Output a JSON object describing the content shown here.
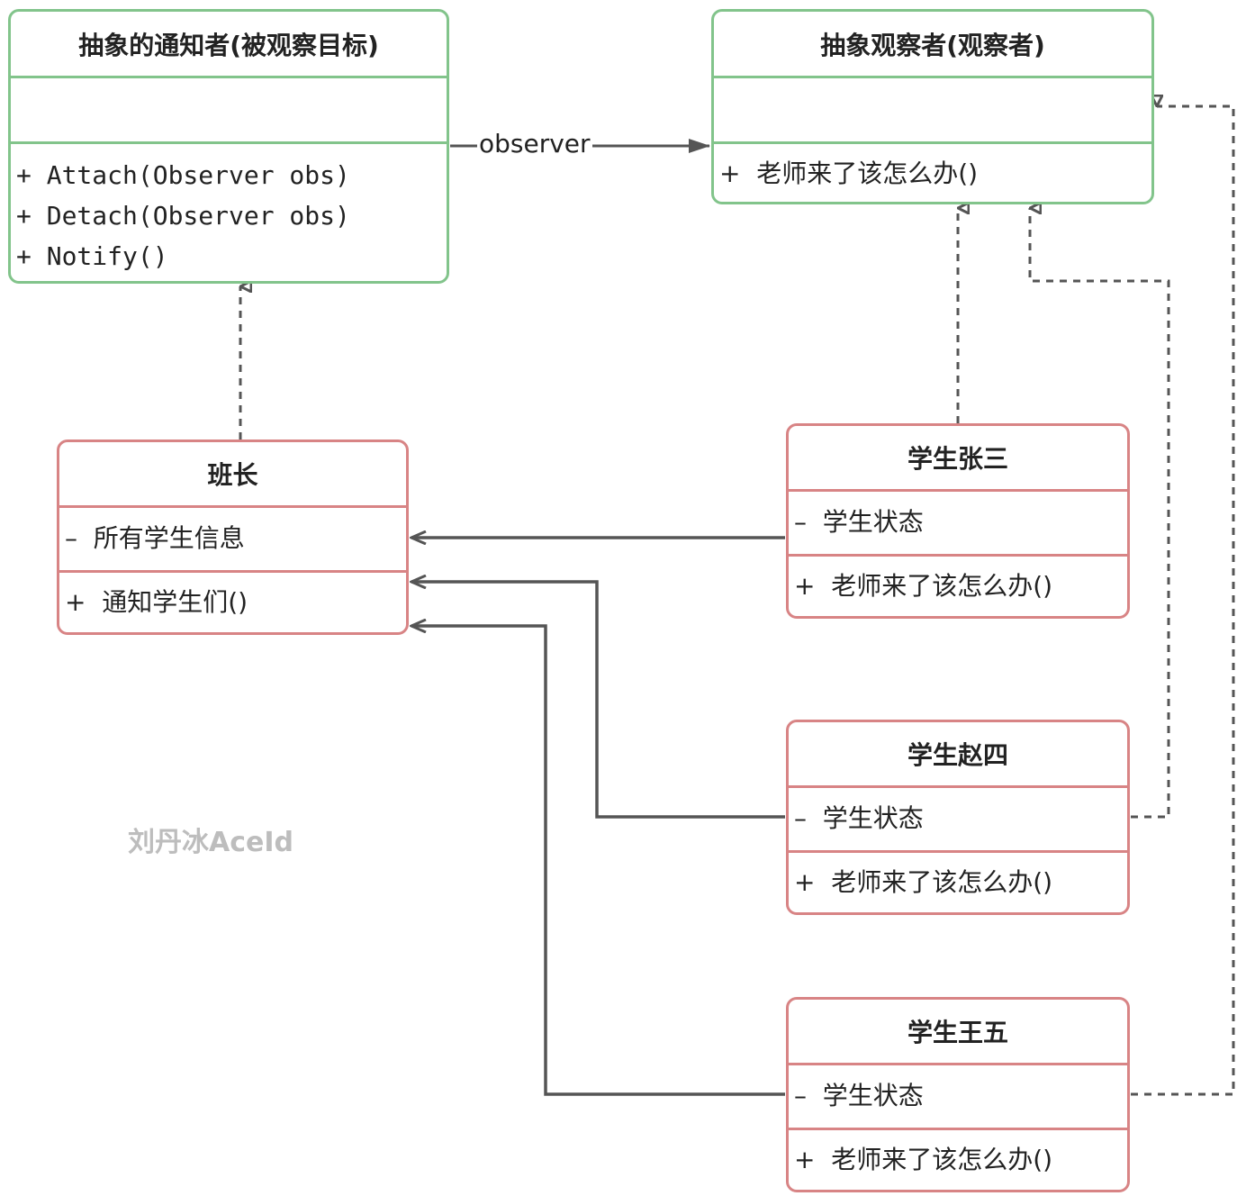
{
  "subject": {
    "title": "抽象的通知者(被观察目标)",
    "methods": [
      "+ Attach(Observer obs)",
      "+ Detach(Observer obs)",
      "+ Notify()"
    ]
  },
  "observer": {
    "title": "抽象观察者(观察者)",
    "methods": [
      "+  老师来了该怎么办()"
    ]
  },
  "monitor": {
    "title": "班长",
    "attrs": [
      "–  所有学生信息"
    ],
    "methods": [
      "+  通知学生们()"
    ]
  },
  "students": [
    {
      "title": "学生张三",
      "attr": "–  学生状态",
      "method": "+  老师来了该怎么办()"
    },
    {
      "title": "学生赵四",
      "attr": "–  学生状态",
      "method": "+  老师来了该怎么办()"
    },
    {
      "title": "学生王五",
      "attr": "–  学生状态",
      "method": "+  老师来了该怎么办()"
    }
  ],
  "association_label": "observer",
  "watermark": "刘丹冰AceId",
  "colors": {
    "interface_border": "#82c48b",
    "class_border": "#d88485",
    "line": "#555555"
  }
}
